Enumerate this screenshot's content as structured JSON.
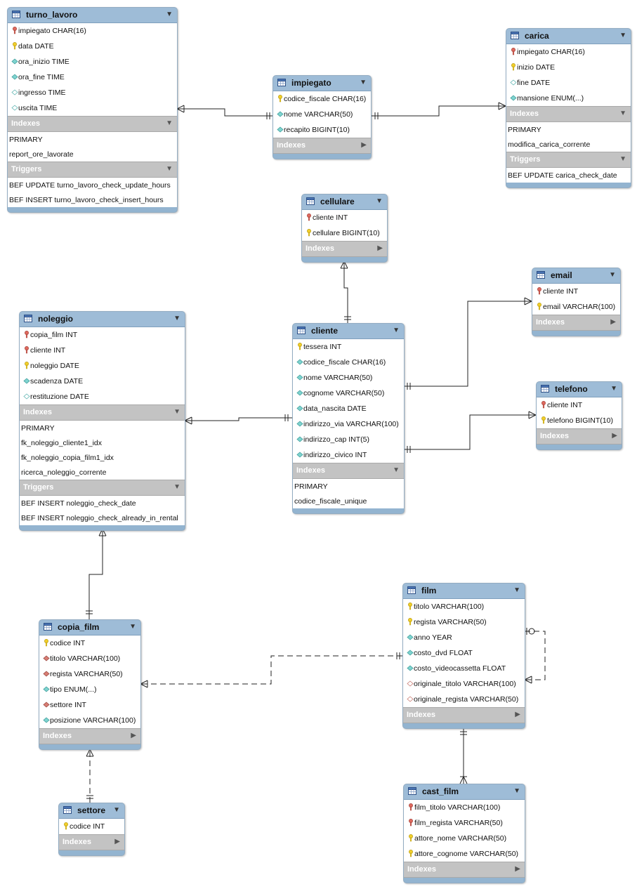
{
  "tables": [
    {
      "id": "turno_lavoro",
      "name": "turno_lavoro",
      "collapsed": false,
      "columns": [
        {
          "key": "pk-fk",
          "text": "impiegato CHAR(16)"
        },
        {
          "key": "pk",
          "text": "data DATE"
        },
        {
          "key": "col",
          "text": "ora_inizio TIME"
        },
        {
          "key": "col",
          "text": "ora_fine TIME"
        },
        {
          "key": "nullable",
          "text": "ingresso TIME"
        },
        {
          "key": "nullable",
          "text": "uscita TIME"
        }
      ],
      "indexes_label": "Indexes",
      "indexes": [
        "PRIMARY",
        "report_ore_lavorate"
      ],
      "triggers_label": "Triggers",
      "triggers": [
        "BEF UPDATE turno_lavoro_check_update_hours",
        "BEF INSERT turno_lavoro_check_insert_hours"
      ]
    },
    {
      "id": "impiegato",
      "name": "impiegato",
      "collapsed": true,
      "columns": [
        {
          "key": "pk",
          "text": "codice_fiscale CHAR(16)"
        },
        {
          "key": "col",
          "text": "nome VARCHAR(50)"
        },
        {
          "key": "col",
          "text": "recapito BIGINT(10)"
        }
      ],
      "indexes_label": "Indexes",
      "indexes": [],
      "triggers_label": "",
      "triggers": []
    },
    {
      "id": "carica",
      "name": "carica",
      "collapsed": false,
      "columns": [
        {
          "key": "pk-fk",
          "text": "impiegato CHAR(16)"
        },
        {
          "key": "pk",
          "text": "inizio DATE"
        },
        {
          "key": "nullable",
          "text": "fine DATE"
        },
        {
          "key": "col",
          "text": "mansione ENUM(...)"
        }
      ],
      "indexes_label": "Indexes",
      "indexes": [
        "PRIMARY",
        "modifica_carica_corrente"
      ],
      "triggers_label": "Triggers",
      "triggers": [
        "BEF UPDATE carica_check_date"
      ]
    },
    {
      "id": "cellulare",
      "name": "cellulare",
      "collapsed": true,
      "columns": [
        {
          "key": "pk-fk",
          "text": "cliente INT"
        },
        {
          "key": "pk",
          "text": "cellulare BIGINT(10)"
        }
      ],
      "indexes_label": "Indexes",
      "indexes": [],
      "triggers_label": "",
      "triggers": []
    },
    {
      "id": "email",
      "name": "email",
      "collapsed": true,
      "columns": [
        {
          "key": "pk-fk",
          "text": "cliente INT"
        },
        {
          "key": "pk",
          "text": "email VARCHAR(100)"
        }
      ],
      "indexes_label": "Indexes",
      "indexes": [],
      "triggers_label": "",
      "triggers": []
    },
    {
      "id": "noleggio",
      "name": "noleggio",
      "collapsed": false,
      "columns": [
        {
          "key": "pk-fk",
          "text": "copia_film INT"
        },
        {
          "key": "pk-fk",
          "text": "cliente INT"
        },
        {
          "key": "pk",
          "text": "noleggio DATE"
        },
        {
          "key": "col",
          "text": "scadenza DATE"
        },
        {
          "key": "nullable",
          "text": "restituzione DATE"
        }
      ],
      "indexes_label": "Indexes",
      "indexes": [
        "PRIMARY",
        "fk_noleggio_cliente1_idx",
        "fk_noleggio_copia_film1_idx",
        "ricerca_noleggio_corrente"
      ],
      "triggers_label": "Triggers",
      "triggers": [
        "BEF INSERT noleggio_check_date",
        "BEF INSERT noleggio_check_already_in_rental"
      ]
    },
    {
      "id": "cliente",
      "name": "cliente",
      "collapsed": false,
      "columns": [
        {
          "key": "pk",
          "text": "tessera INT"
        },
        {
          "key": "col",
          "text": "codice_fiscale CHAR(16)"
        },
        {
          "key": "col",
          "text": "nome VARCHAR(50)"
        },
        {
          "key": "col",
          "text": "cognome VARCHAR(50)"
        },
        {
          "key": "col",
          "text": "data_nascita DATE"
        },
        {
          "key": "col",
          "text": "indirizzo_via VARCHAR(100)"
        },
        {
          "key": "col",
          "text": "indirizzo_cap INT(5)"
        },
        {
          "key": "col",
          "text": "indirizzo_civico INT"
        }
      ],
      "indexes_label": "Indexes",
      "indexes": [
        "PRIMARY",
        "codice_fiscale_unique"
      ],
      "triggers_label": "",
      "triggers": []
    },
    {
      "id": "telefono",
      "name": "telefono",
      "collapsed": true,
      "columns": [
        {
          "key": "pk-fk",
          "text": "cliente INT"
        },
        {
          "key": "pk",
          "text": "telefono BIGINT(10)"
        }
      ],
      "indexes_label": "Indexes",
      "indexes": [],
      "triggers_label": "",
      "triggers": []
    },
    {
      "id": "film",
      "name": "film",
      "collapsed": true,
      "columns": [
        {
          "key": "pk",
          "text": "titolo VARCHAR(100)"
        },
        {
          "key": "pk",
          "text": "regista VARCHAR(50)"
        },
        {
          "key": "col",
          "text": "anno YEAR"
        },
        {
          "key": "col",
          "text": "costo_dvd FLOAT"
        },
        {
          "key": "col",
          "text": "costo_videocassetta FLOAT"
        },
        {
          "key": "fk-null",
          "text": "originale_titolo VARCHAR(100)"
        },
        {
          "key": "fk-null",
          "text": "originale_regista VARCHAR(50)"
        }
      ],
      "indexes_label": "Indexes",
      "indexes": [],
      "triggers_label": "",
      "triggers": []
    },
    {
      "id": "copia_film",
      "name": "copia_film",
      "collapsed": true,
      "columns": [
        {
          "key": "pk",
          "text": "codice INT"
        },
        {
          "key": "fk",
          "text": "titolo VARCHAR(100)"
        },
        {
          "key": "fk",
          "text": "regista VARCHAR(50)"
        },
        {
          "key": "col",
          "text": "tipo ENUM(...)"
        },
        {
          "key": "fk",
          "text": "settore INT"
        },
        {
          "key": "col",
          "text": "posizione VARCHAR(100)"
        }
      ],
      "indexes_label": "Indexes",
      "indexes": [],
      "triggers_label": "",
      "triggers": []
    },
    {
      "id": "settore",
      "name": "settore",
      "collapsed": true,
      "columns": [
        {
          "key": "pk",
          "text": "codice INT"
        }
      ],
      "indexes_label": "Indexes",
      "indexes": [],
      "triggers_label": "",
      "triggers": []
    },
    {
      "id": "cast_film",
      "name": "cast_film",
      "collapsed": true,
      "columns": [
        {
          "key": "pk-fk",
          "text": "film_titolo VARCHAR(100)"
        },
        {
          "key": "pk-fk",
          "text": "film_regista VARCHAR(50)"
        },
        {
          "key": "pk",
          "text": "attore_nome VARCHAR(50)"
        },
        {
          "key": "pk",
          "text": "attore_cognome VARCHAR(50)"
        }
      ],
      "indexes_label": "Indexes",
      "indexes": [],
      "triggers_label": "",
      "triggers": []
    }
  ],
  "relationships": [
    {
      "id": "rel-impiegato-turno_lavoro",
      "from": "impiegato",
      "to": "turno_lavoro",
      "identifying": true
    },
    {
      "id": "rel-impiegato-carica",
      "from": "impiegato",
      "to": "carica",
      "identifying": true
    },
    {
      "id": "rel-cliente-cellulare",
      "from": "cliente",
      "to": "cellulare",
      "identifying": true
    },
    {
      "id": "rel-cliente-email",
      "from": "cliente",
      "to": "email",
      "identifying": true
    },
    {
      "id": "rel-cliente-noleggio",
      "from": "cliente",
      "to": "noleggio",
      "identifying": true
    },
    {
      "id": "rel-cliente-telefono",
      "from": "cliente",
      "to": "telefono",
      "identifying": true
    },
    {
      "id": "rel-copia_film-noleggio",
      "from": "copia_film",
      "to": "noleggio",
      "identifying": true
    },
    {
      "id": "rel-film-copia_film",
      "from": "film",
      "to": "copia_film",
      "identifying": false
    },
    {
      "id": "rel-film-film",
      "from": "film",
      "to": "film",
      "identifying": false
    },
    {
      "id": "rel-settore-copia_film",
      "from": "settore",
      "to": "copia_film",
      "identifying": false
    },
    {
      "id": "rel-film-cast_film",
      "from": "film",
      "to": "cast_film",
      "identifying": true
    }
  ],
  "colors": {
    "header": "#9ebcd7",
    "section": "#c3c3c3",
    "pk_key": "#f2cf2a",
    "fk_key": "#e06a5f",
    "column": "#7fd3d0",
    "line": "#222222"
  }
}
